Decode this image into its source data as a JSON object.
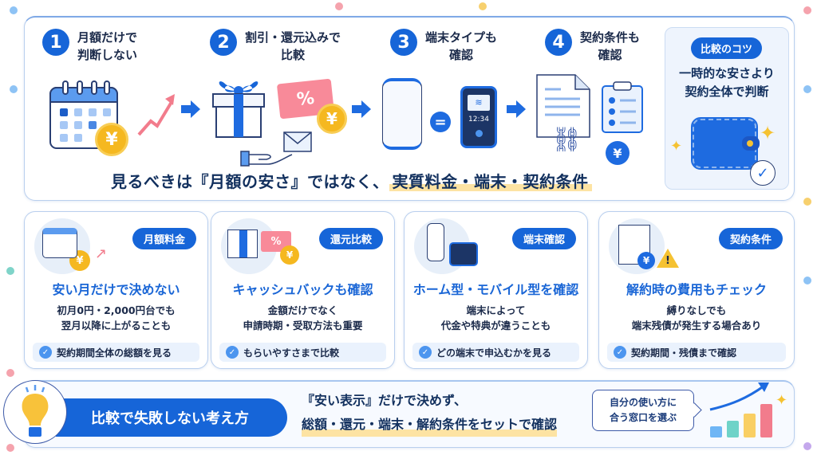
{
  "steps": [
    {
      "num": "1",
      "title_line1": "月額だけで",
      "title_line2": "判断しない"
    },
    {
      "num": "2",
      "title_line1": "割引・還元込みで",
      "title_line2": "比較"
    },
    {
      "num": "3",
      "title_line1": "端末タイプも",
      "title_line2": "確認"
    },
    {
      "num": "4",
      "title_line1": "契約条件も",
      "title_line2": "確認"
    }
  ],
  "illustrations": {
    "yen_symbol": "¥",
    "percent_symbol": "%",
    "equals_symbol": "=",
    "device_time": "12:34",
    "warning_symbol": "!"
  },
  "headline": {
    "prefix": "見るべきは『月額の安さ』ではなく、",
    "highlight": "実質料金・端末・契約条件"
  },
  "tips": {
    "badge": "比較のコツ",
    "line1": "一時的な安さより",
    "line2": "契約全体で判断"
  },
  "cards": [
    {
      "badge": "月額料金",
      "title": "安い月だけで決めない",
      "desc_line1": "初月0円・2,000円台でも",
      "desc_line2": "翌月以降に上がることも",
      "check": "契約期間全体の総額を見る"
    },
    {
      "badge": "還元比較",
      "title": "キャッシュバックも確認",
      "desc_line1": "金額だけでなく",
      "desc_line2": "申請時期・受取方法も重要",
      "check": "もらいやすさまで比較"
    },
    {
      "badge": "端末確認",
      "title": "ホーム型・モバイル型を確認",
      "desc_line1": "端末によって",
      "desc_line2": "代金や特典が違うことも",
      "check": "どの端末で申込むかを見る"
    },
    {
      "badge": "契約条件",
      "title": "解約時の費用もチェック",
      "desc_line1": "縛りなしでも",
      "desc_line2": "端末残債が発生する場合あり",
      "check": "契約期間・残債まで確認"
    }
  ],
  "bottom": {
    "banner": "比較で失敗しない考え方",
    "msg_line1": "『安い表示』だけで決めず、",
    "msg_line2": "総額・還元・端末・解約条件をセットで確認",
    "speech_line1": "自分の使い方に",
    "speech_line2": "合う窓口を選ぶ"
  },
  "colors": {
    "primary": "#1665d8",
    "navy": "#12305e",
    "highlight": "#fde3a3",
    "coin": "#f5b820",
    "pink": "#f27c8c",
    "teal": "#6fd3c8",
    "sky": "#6fb6f5"
  }
}
